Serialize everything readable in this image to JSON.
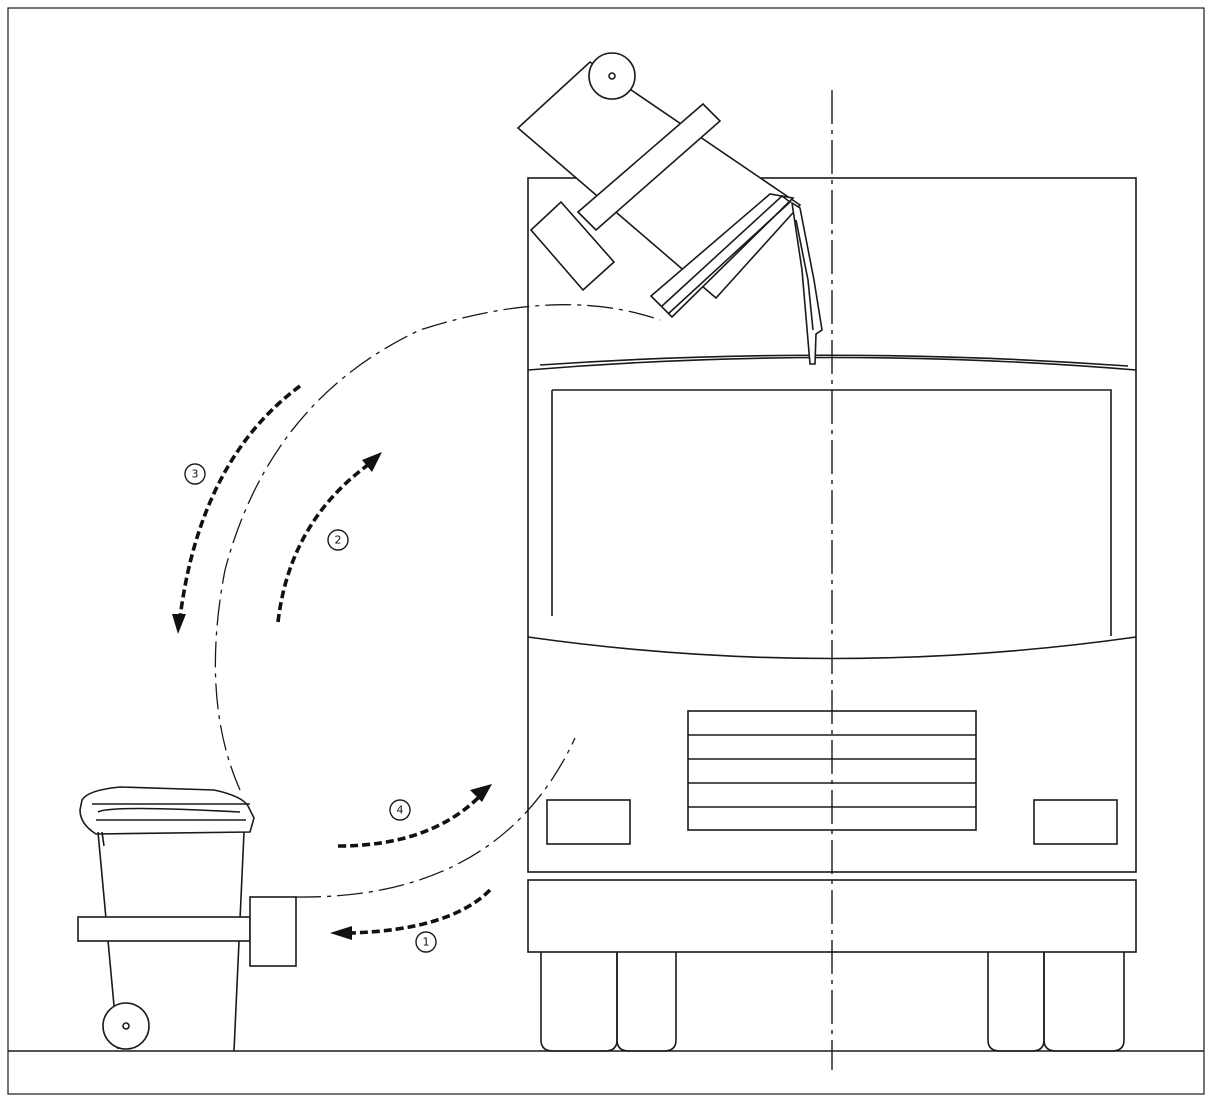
{
  "steps": {
    "s1": "1",
    "s2": "2",
    "s3": "3",
    "s4": "4"
  },
  "colors": {
    "line": "#1a1a1a",
    "background": "#ffffff"
  }
}
